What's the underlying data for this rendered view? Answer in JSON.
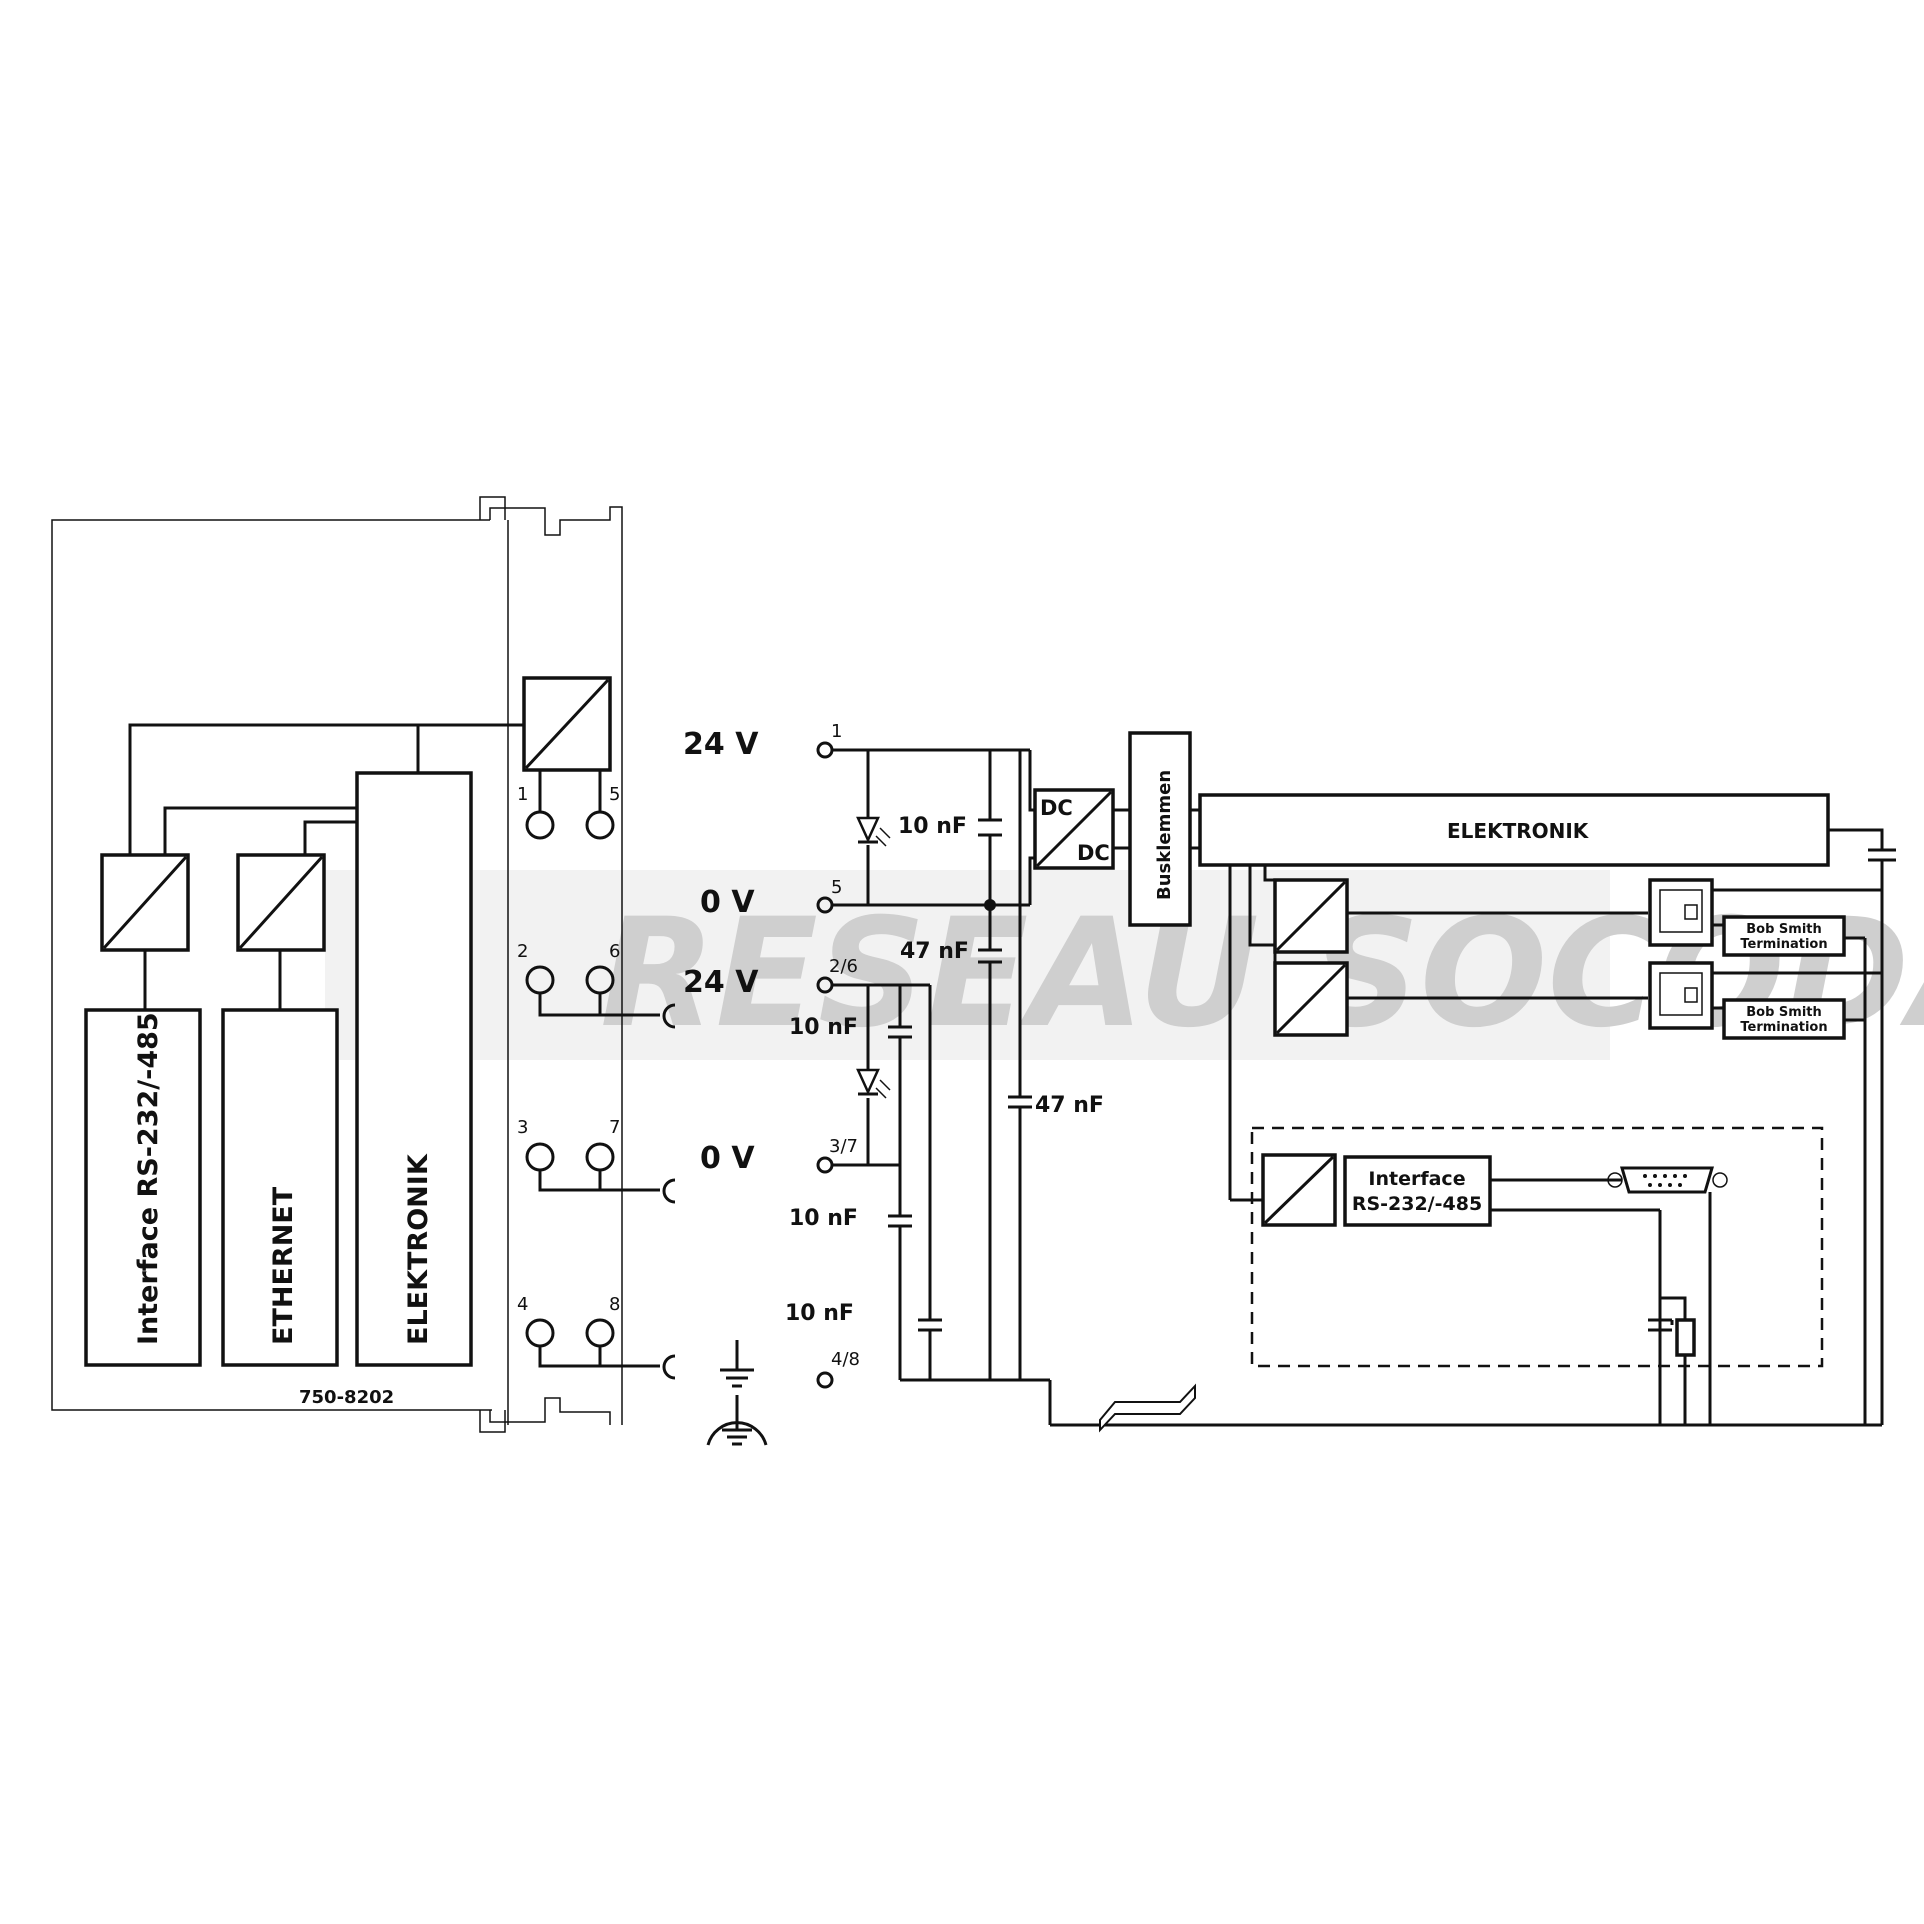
{
  "watermark": {
    "text": "RESEAU SOCODA"
  },
  "module": {
    "part_number": "750-8202",
    "blocks": {
      "interface": "Interface RS-232/-485",
      "ethernet": "ETHERNET",
      "elektronik": "ELEKTRONIK"
    },
    "terminal_numbers": [
      "1",
      "5",
      "2",
      "6",
      "3",
      "7",
      "4",
      "8"
    ]
  },
  "supply": {
    "labels": [
      "24 V",
      "0 V",
      "24 V",
      "0 V"
    ],
    "terminals": [
      "1",
      "5",
      "2/6",
      "3/7",
      "4/8"
    ]
  },
  "capacitors": {
    "c1": "10 nF",
    "c2": "47 nF",
    "c3": "10 nF",
    "c4": "47 nF",
    "c5": "10 nF",
    "c6": "10 nF"
  },
  "converter": {
    "in": "DC",
    "out": "DC"
  },
  "bus": {
    "busklemmen": "Busklemmen",
    "elektronik": "ELEKTRONIK"
  },
  "terminations": {
    "t1": "Bob Smith Termination",
    "t2": "Bob Smith Termination"
  },
  "serial": {
    "line1": "Interface",
    "line2": "RS-232/-485"
  }
}
